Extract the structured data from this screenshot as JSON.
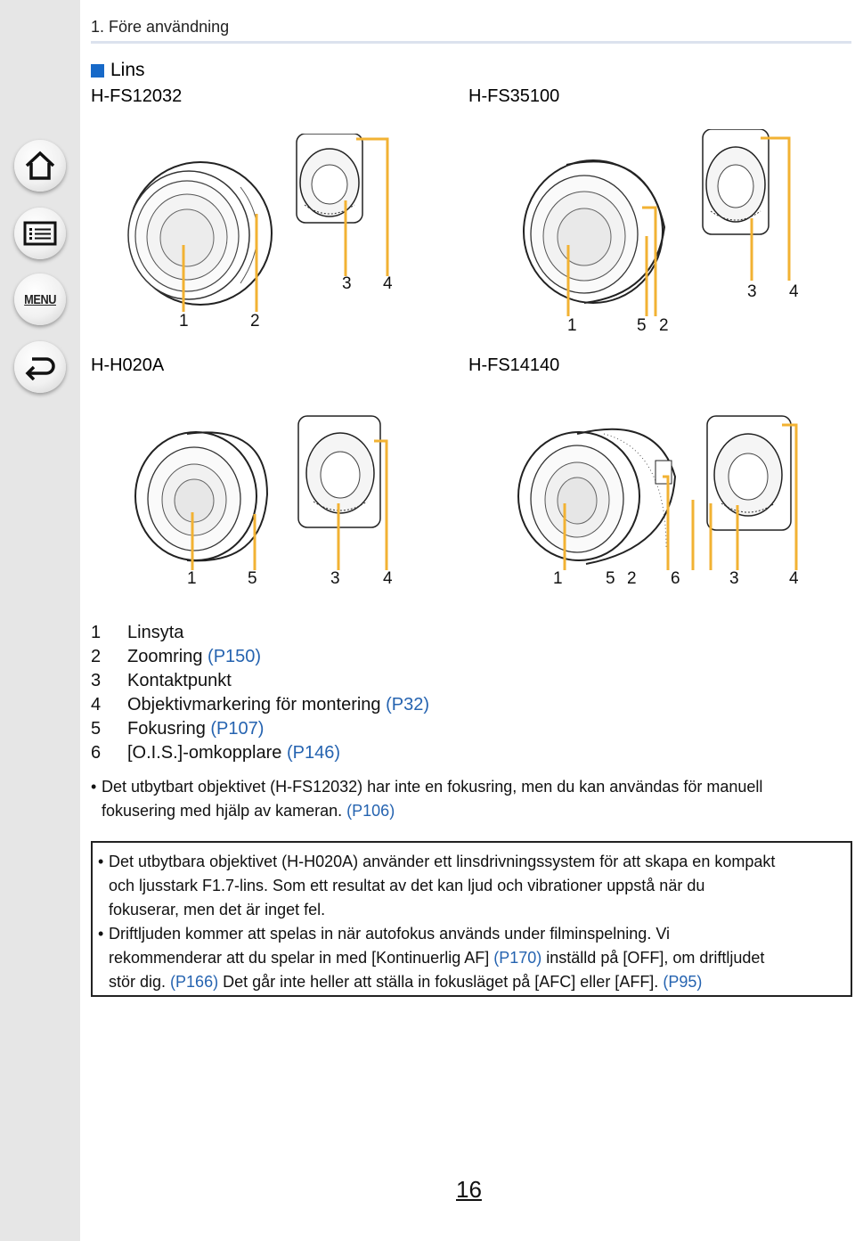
{
  "nav": {
    "home_icon": "home-icon",
    "contents_icon": "contents-list-icon",
    "menu_label": "MENU",
    "back_icon": "back-arrow-icon"
  },
  "header": {
    "running_head": "1. Före användning"
  },
  "section": {
    "title": "Lins",
    "square_color": "#1769c8"
  },
  "lenses": [
    {
      "model": "H-FS12032",
      "callouts": [
        "1",
        "2",
        "3",
        "4"
      ]
    },
    {
      "model": "H-FS35100",
      "callouts": [
        "1",
        "5",
        "2",
        "3",
        "4"
      ]
    },
    {
      "model": "H-H020A",
      "callouts": [
        "1",
        "5",
        "3",
        "4"
      ]
    },
    {
      "model": "H-FS14140",
      "callouts": [
        "1",
        "5",
        "2",
        "6",
        "3",
        "4"
      ]
    }
  ],
  "leader_color": "#f2b233",
  "parts": [
    {
      "num": "1",
      "label": "Linsyta",
      "ref": ""
    },
    {
      "num": "2",
      "label": "Zoomring",
      "ref": "(P150)"
    },
    {
      "num": "3",
      "label": "Kontaktpunkt",
      "ref": ""
    },
    {
      "num": "4",
      "label": "Objektivmarkering för montering",
      "ref": "(P32)"
    },
    {
      "num": "5",
      "label": "Fokusring",
      "ref": "(P107)"
    },
    {
      "num": "6",
      "label": "[O.I.S.]-omkopplare",
      "ref": "(P146)"
    }
  ],
  "note": {
    "bullet": "•",
    "line1": "Det utbytbart objektivet (H-FS12032) har inte en fokusring, men du kan användas för manuell",
    "line2": "fokusering med hjälp av kameran.",
    "ref": "(P106)"
  },
  "box": {
    "b1_line1": "Det utbytbara objektivet (H-H020A) använder ett linsdrivningssystem för att skapa en kompakt",
    "b1_line2": "och ljusstark F1.7-lins. Som ett resultat av det kan ljud och vibrationer uppstå när du",
    "b1_line3": "fokuserar, men det är inget fel.",
    "b2_line1": "Driftljuden kommer att spelas in när autofokus används under filminspelning. Vi",
    "b2_line2_a": "rekommenderar att du spelar in med [Kontinuerlig AF]",
    "b2_line2_ref": "(P170)",
    "b2_line2_b": "inställd på [OFF], om driftljudet",
    "b2_line3_a": "stör dig.",
    "b2_line3_ref1": "(P166)",
    "b2_line3_b": "Det går inte heller att ställa in fokusläget på [AFC] eller [AFF].",
    "b2_line3_ref2": "(P95)"
  },
  "page_number": "16"
}
